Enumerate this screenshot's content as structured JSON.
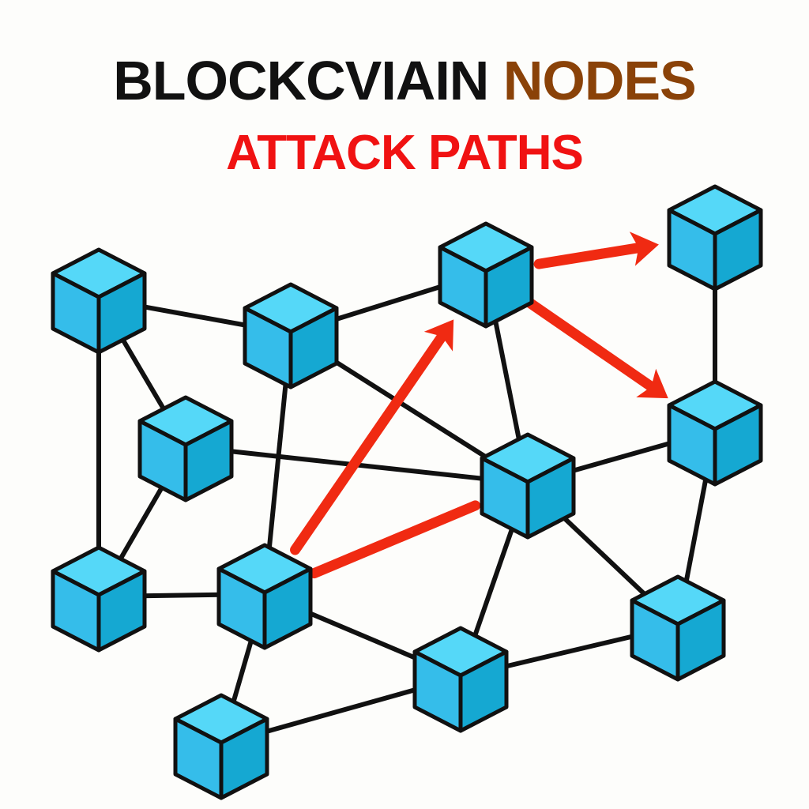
{
  "title": {
    "part1": "BLOCKCVIAIN ",
    "part2": "NODES",
    "accent_color": "#8a4208"
  },
  "subtitle": {
    "text": "ATTACK PATHS",
    "color": "#f01212"
  },
  "colors": {
    "cube_top": "#55d8f8",
    "cube_left": "#35bdea",
    "cube_right": "#15a8d2",
    "edge": "#111111",
    "attack": "#f02a12"
  },
  "nodes": [
    {
      "id": "n1"
    },
    {
      "id": "n2"
    },
    {
      "id": "n3"
    },
    {
      "id": "n4"
    },
    {
      "id": "n5"
    },
    {
      "id": "n6"
    },
    {
      "id": "n7"
    },
    {
      "id": "n8"
    },
    {
      "id": "n9"
    },
    {
      "id": "n10"
    },
    {
      "id": "n11"
    },
    {
      "id": "n12"
    }
  ],
  "edges": [
    [
      "n1",
      "n2"
    ],
    [
      "n1",
      "n3"
    ],
    [
      "n1",
      "n8"
    ],
    [
      "n2",
      "n4"
    ],
    [
      "n2",
      "n9"
    ],
    [
      "n2",
      "n7"
    ],
    [
      "n3",
      "n7"
    ],
    [
      "n3",
      "n8"
    ],
    [
      "n8",
      "n9"
    ],
    [
      "n4",
      "n7"
    ],
    [
      "n5",
      "n6"
    ],
    [
      "n6",
      "n7"
    ],
    [
      "n6",
      "n10"
    ],
    [
      "n7",
      "n11"
    ],
    [
      "n7",
      "n10"
    ],
    [
      "n9",
      "n11"
    ],
    [
      "n9",
      "n12"
    ],
    [
      "n11",
      "n10"
    ],
    [
      "n12",
      "n11"
    ]
  ],
  "attack_paths": [
    {
      "from": "n9",
      "to": "n4",
      "arrow": true
    },
    {
      "from": "n9",
      "to": "n7",
      "arrow": false
    },
    {
      "from": "n4",
      "to": "n5",
      "arrow": true
    },
    {
      "from": "n4",
      "to": "n6",
      "arrow": true
    }
  ]
}
